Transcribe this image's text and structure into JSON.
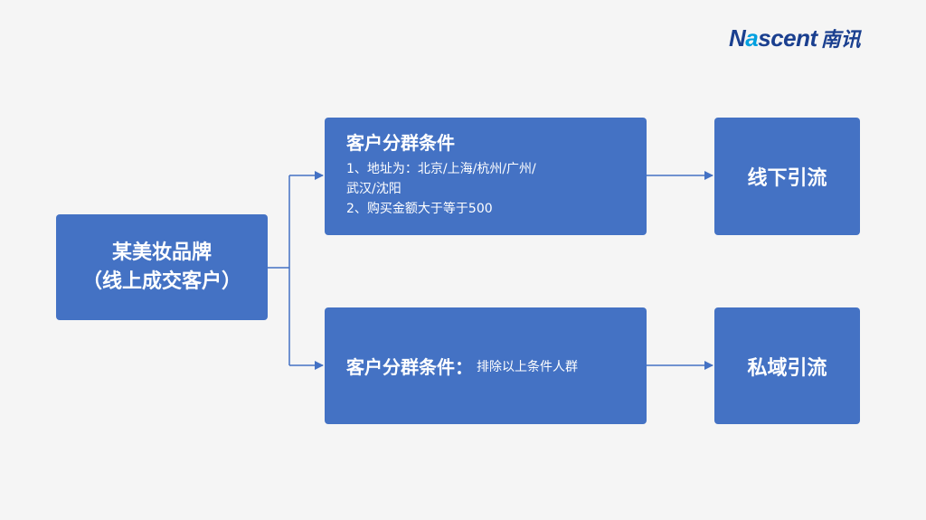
{
  "logo": {
    "latin_main": "Nascent",
    "latin_accent_letter": "a",
    "cjk": "南讯",
    "colors": {
      "primary": "#1a3f8f",
      "accent": "#00a0e0"
    }
  },
  "colors": {
    "box": "#4472c4",
    "connector": "#4472c4",
    "background": "#f5f5f5"
  },
  "source": {
    "line1": "某美妆品牌",
    "line2": "（线上成交客户）"
  },
  "condition_1": {
    "title": "客户分群条件",
    "line1": "1、地址为：北京/上海/杭州/广州/",
    "line2": "武汉/沈阳",
    "line3": "2、购买金额大于等于500"
  },
  "condition_2": {
    "title": "客户分群条件：",
    "detail": "排除以上条件人群"
  },
  "target_1": {
    "label": "线下引流"
  },
  "target_2": {
    "label": "私域引流"
  }
}
